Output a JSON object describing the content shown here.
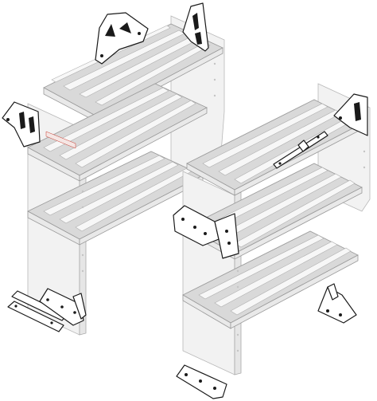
{
  "figure": {
    "kind": "exploded-view illustration",
    "subject_parts": [
      "shelf-unit-left",
      "shelf-unit-right",
      "mounting-brackets"
    ],
    "colors": {
      "shelf_fill": "#d9d9d9",
      "frame_fill": "#f2f2f2",
      "bracket_outline": "#1a1a1a",
      "logo_accent": "#c83a2e"
    }
  },
  "logo": {
    "text": ""
  }
}
